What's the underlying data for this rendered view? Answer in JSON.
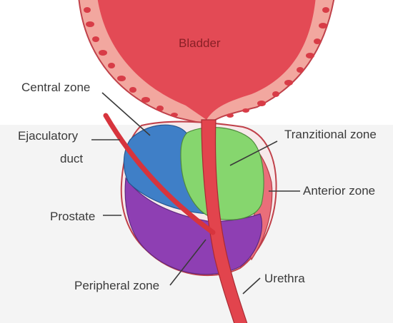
{
  "colors": {
    "bladder": "#e34a55",
    "bladder_wall": "#f2a79f",
    "bladder_cells": "#d83c47",
    "central_zone": "#3f7fc7",
    "transitional_zone": "#86d66e",
    "anterior_zone": "#ea6e7a",
    "peripheral_zone": "#8e3fb3",
    "urethra": "#e2444d",
    "ejaculatory_duct": "#d7343d",
    "label_text": "#3a3a3a"
  },
  "labels": {
    "bladder": "Bladder",
    "central_zone": "Central zone",
    "ejaculatory_line1": "Ejaculatory",
    "ejaculatory_line2": "duct",
    "prostate": "Prostate",
    "peripheral_zone": "Peripheral zone",
    "tranzitional_zone": "Tranzitional zone",
    "anterior_zone": "Anterior zone",
    "urethra": "Urethra"
  }
}
